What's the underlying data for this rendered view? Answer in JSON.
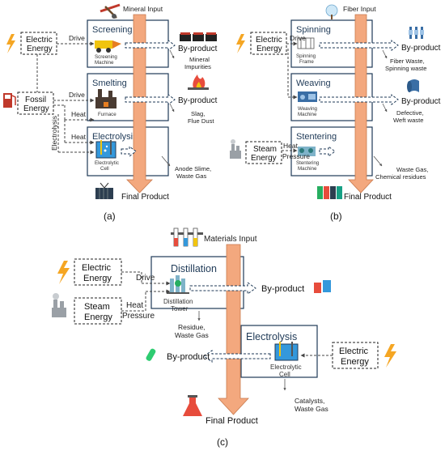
{
  "panel_a": {
    "label": "(a)",
    "input": "Mineral Input",
    "stages": [
      {
        "title": "Screening",
        "machine": "Screening Machine",
        "machine_l1": "Screening",
        "machine_l2": "Machine"
      },
      {
        "title": "Smelting",
        "machine": "Furnace"
      },
      {
        "title": "Electrolysis",
        "machine_l1": "Electrolytic",
        "machine_l2": "Cell"
      }
    ],
    "energies": [
      {
        "l1": "Electric",
        "l2": "Energy"
      },
      {
        "l1": "Fossil",
        "l2": "Energy"
      }
    ],
    "flow_labels": {
      "drive1": "Drive",
      "drive2": "Drive",
      "heat1": "Heat",
      "heat2": "Heat",
      "electrolysis": "Electrolysis"
    },
    "byproduct": "By-product",
    "notes": [
      {
        "l1": "Mineral",
        "l2": "Impurities"
      },
      {
        "l1": "Slag,",
        "l2": "Flue Dust"
      },
      {
        "l1": "Anode Slime,",
        "l2": "Waste Gas"
      }
    ],
    "output": "Final Product"
  },
  "panel_b": {
    "label": "(b)",
    "input": "Fiber Input",
    "stages": [
      {
        "title": "Spinning",
        "machine_l1": "Spinning",
        "machine_l2": "Frame"
      },
      {
        "title": "Weaving",
        "machine_l1": "Weaving",
        "machine_l2": "Machine"
      },
      {
        "title": "Stentering",
        "machine_l1": "Stentering",
        "machine_l2": "Machine"
      }
    ],
    "energies": [
      {
        "l1": "Electric",
        "l2": "Energy"
      },
      {
        "l1": "Steam",
        "l2": "Energy"
      }
    ],
    "flow_labels": {
      "drive": "Drive",
      "heat": "Heat",
      "pressure": "Pressure"
    },
    "byproduct": "By-product",
    "notes": [
      {
        "l1": "Fiber Waste,",
        "l2": "Spinning waste"
      },
      {
        "l1": "Defective,",
        "l2": "Weft waste"
      },
      {
        "l1": "Waste Gas,",
        "l2": "Chemical residues"
      }
    ],
    "output": "Final Product"
  },
  "panel_c": {
    "label": "(c)",
    "input": "Materials Input",
    "stages": [
      {
        "title": "Distillation",
        "machine_l1": "Distillation",
        "machine_l2": "Tower"
      },
      {
        "title": "Electrolysis",
        "machine_l1": "Electrolytic",
        "machine_l2": "Cell"
      }
    ],
    "energies": [
      {
        "l1": "Electric",
        "l2": "Energy"
      },
      {
        "l1": "Steam",
        "l2": "Energy"
      },
      {
        "l1": "Electric",
        "l2": "Energy"
      }
    ],
    "flow_labels": {
      "drive": "Drive",
      "heat": "Heat",
      "pressure": "Pressure"
    },
    "byproduct": "By-product",
    "notes": [
      {
        "l1": "Residue,",
        "l2": "Waste Gas"
      },
      {
        "l1": "Catalysts,",
        "l2": "Waste Gas"
      }
    ],
    "output": "Final Product"
  },
  "icons": [
    "lightning-icon",
    "fuel-pump-icon",
    "factory-chimney-icon",
    "pickaxe-icon",
    "tree-icon",
    "test-tubes-icon",
    "fire-icon",
    "mine-cart-icon",
    "container-icon",
    "fabric-rolls-icon",
    "flask-icon",
    "gas-cylinder-icon",
    "barrels-icon"
  ],
  "colors": {
    "box_border": "#1f3a57",
    "main_arrow": "#f3a87e",
    "energy_icon": "#f5a623"
  }
}
